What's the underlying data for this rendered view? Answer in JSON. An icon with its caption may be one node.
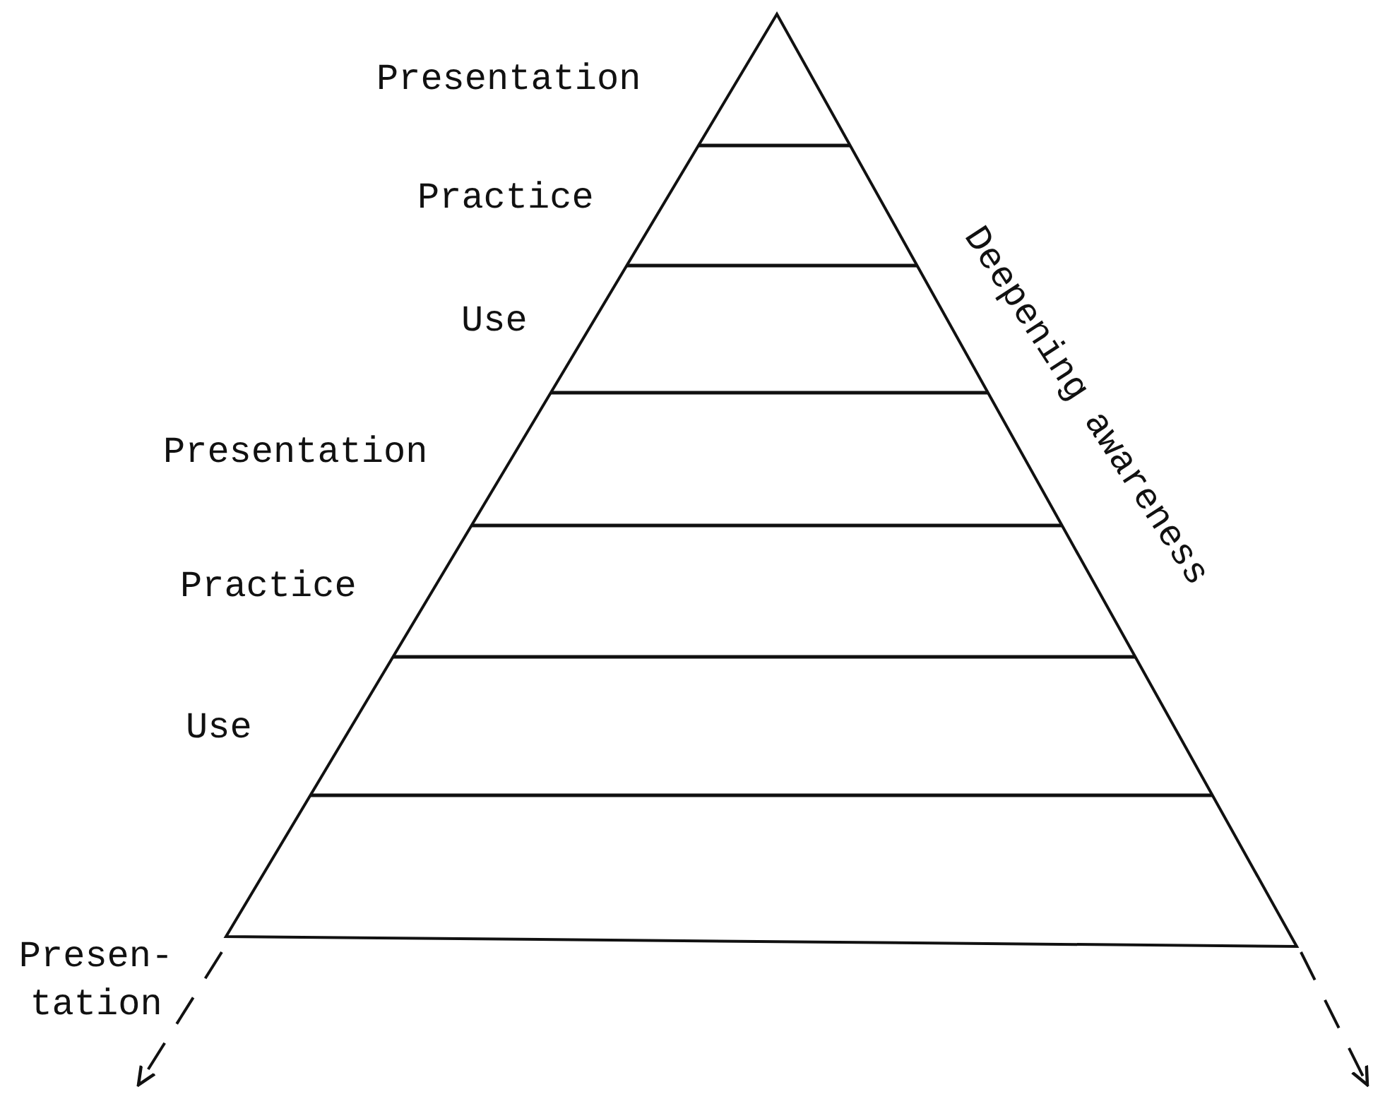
{
  "diagram": {
    "labels": [
      "Presentation",
      "Practice",
      "Use",
      "Presentation",
      "Practice",
      "Use",
      "Presen- tation",
      "Deepening awareness"
    ]
  }
}
